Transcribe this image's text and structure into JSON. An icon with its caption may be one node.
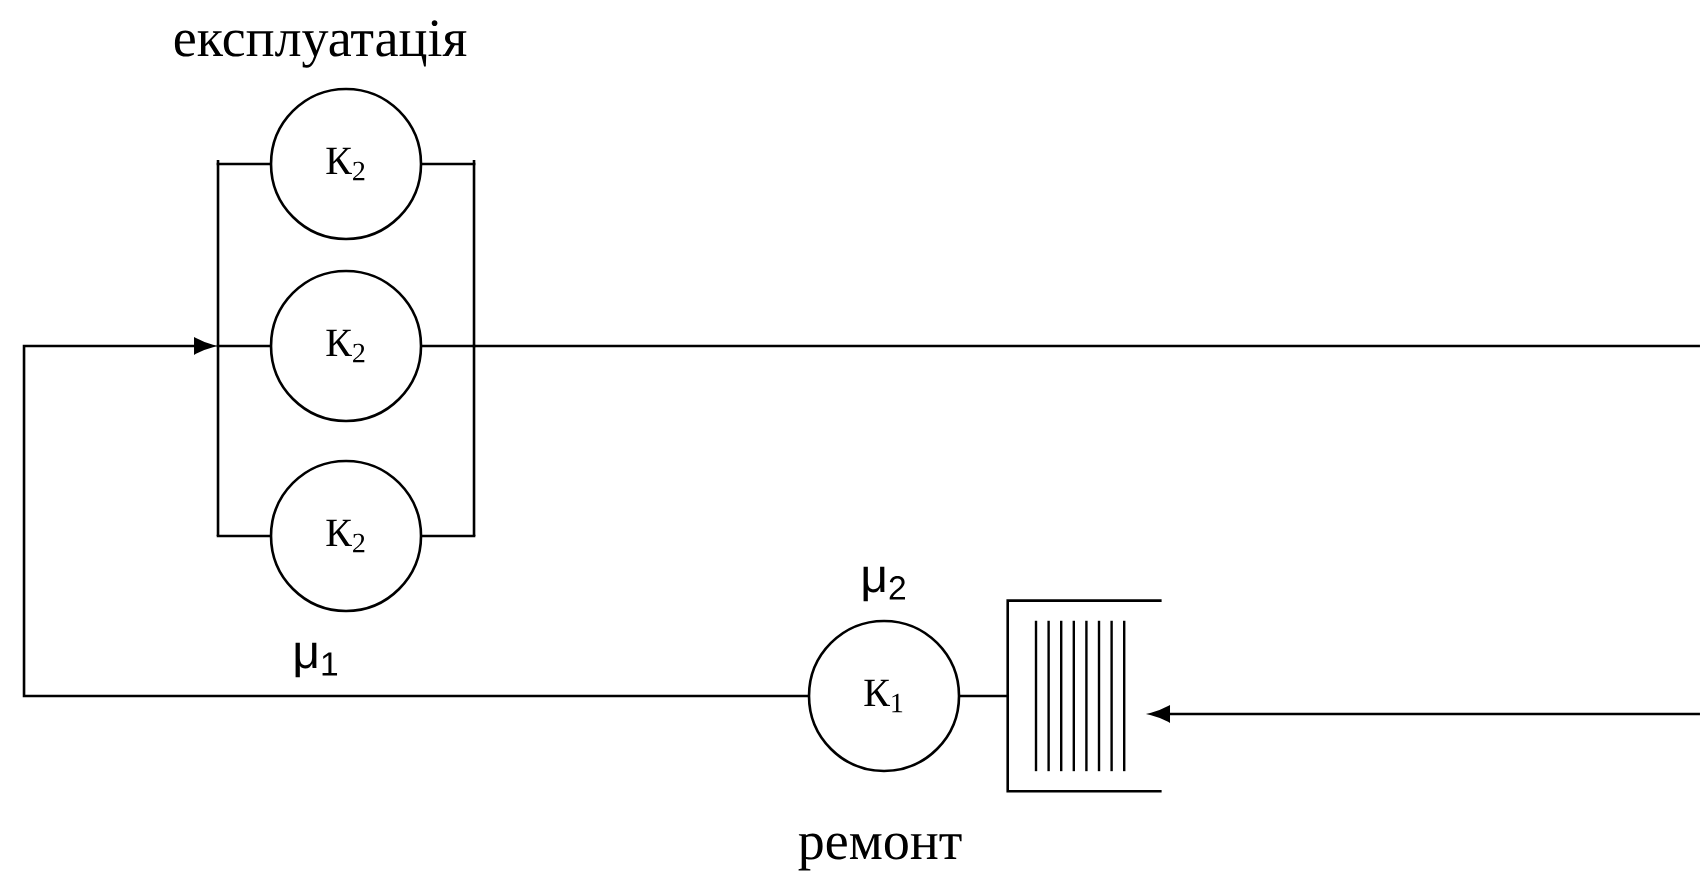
{
  "diagram": {
    "nodes": [
      {
        "text": [],
        "shape": "bar"
      },
      {
        "text": [
          "К$_{2}$"
        ]
      },
      {
        "text": [
          "К$_{2}$"
        ]
      },
      {
        "text": [
          "К$_{2}$"
        ]
      },
      {
        "text": [],
        "shape": "bar"
      },
      {
        "text": [
          "К$_{1}$"
        ],
        "beside": [
          "μ$_{2}$"
        ]
      },
      {
        "text": [],
        "shape": "box"
      }
    ],
    "edges": [
      {
        "from": 0,
        "to": 1,
        "arrow": "none"
      },
      {
        "from": 0,
        "to": 2,
        "arrow": "none"
      },
      {
        "from": 0,
        "to": 3,
        "arrow": "none"
      },
      {
        "from": 1,
        "to": 4,
        "arrow": "none"
      },
      {
        "from": 2,
        "to": 4,
        "arrow": "none"
      },
      {
        "from": 3,
        "to": 4,
        "arrow": "none"
      },
      {
        "from": 4,
        "to": null,
        "arrow": "none"
      },
      {
        "from": null,
        "to": 6,
        "arrow": "to"
      },
      {
        "from": 6,
        "to": 5,
        "arrow": "none"
      },
      {
        "from": 5,
        "to": 0,
        "arrow": "to",
        "label": "μ$_{1}$"
      }
    ],
    "labels": [
      "експлуатація",
      "ремонт"
    ]
  }
}
